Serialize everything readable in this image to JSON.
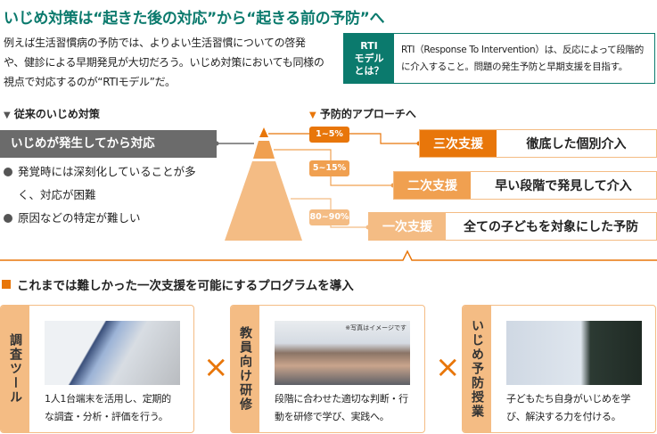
{
  "title": "いじめ対策は“起きた後の対応”から“起きる前の予防”へ",
  "intro": "例えば生活習慣病の予防では、よりよい生活習慣についての啓発や、健診による早期発見が大切だろう。いじめ対策においても同様の視点で対応するのが“RTIモデル”だ。",
  "rti": {
    "label_lines": [
      "RTI",
      "モデル",
      "とは？"
    ],
    "text": "RTI（Response To Intervention）は、反応によって段階的に介入すること。問題の発生予防と早期支援を目指す。"
  },
  "traditional": {
    "heading": "従来のいじめ対策",
    "box": "いじめが発生してから対応",
    "bullets": [
      "発覚時には深刻化していることが多く、対応が困難",
      "原因などの特定が難しい"
    ]
  },
  "preventive": {
    "heading": "予防的アプローチへ",
    "levels": [
      {
        "pct": "1~5%",
        "name": "三次支援",
        "desc": "徹底した個別介入",
        "color": "#e8760a"
      },
      {
        "pct": "5~15%",
        "name": "二次支援",
        "desc": "早い段階で発見して介入",
        "color": "#f0a050"
      },
      {
        "pct": "80~90%",
        "name": "一次支援",
        "desc": "全ての子どもを対象にした予防",
        "color": "#f4bc84"
      }
    ]
  },
  "program": {
    "heading": "これまでは難しかった一次支援を可能にするプログラムを導入",
    "cross": "×",
    "photo_note": "※写真はイメージです",
    "cards": [
      {
        "tab": "調査ツール",
        "caption": "1人1台端末を活用し、定期的な調査・分析・評価を行う。"
      },
      {
        "tab": "教員向け研修",
        "caption": "段階に合わせた適切な判断・行動を研修で学び、実践へ。"
      },
      {
        "tab": "いじめ予防授業",
        "caption": "子どもたち自身がいじめを学び、解決する力を付ける。"
      }
    ]
  },
  "colors": {
    "teal": "#0b7a6d",
    "orange": "#e8760a",
    "grey": "#6b6b6b"
  }
}
